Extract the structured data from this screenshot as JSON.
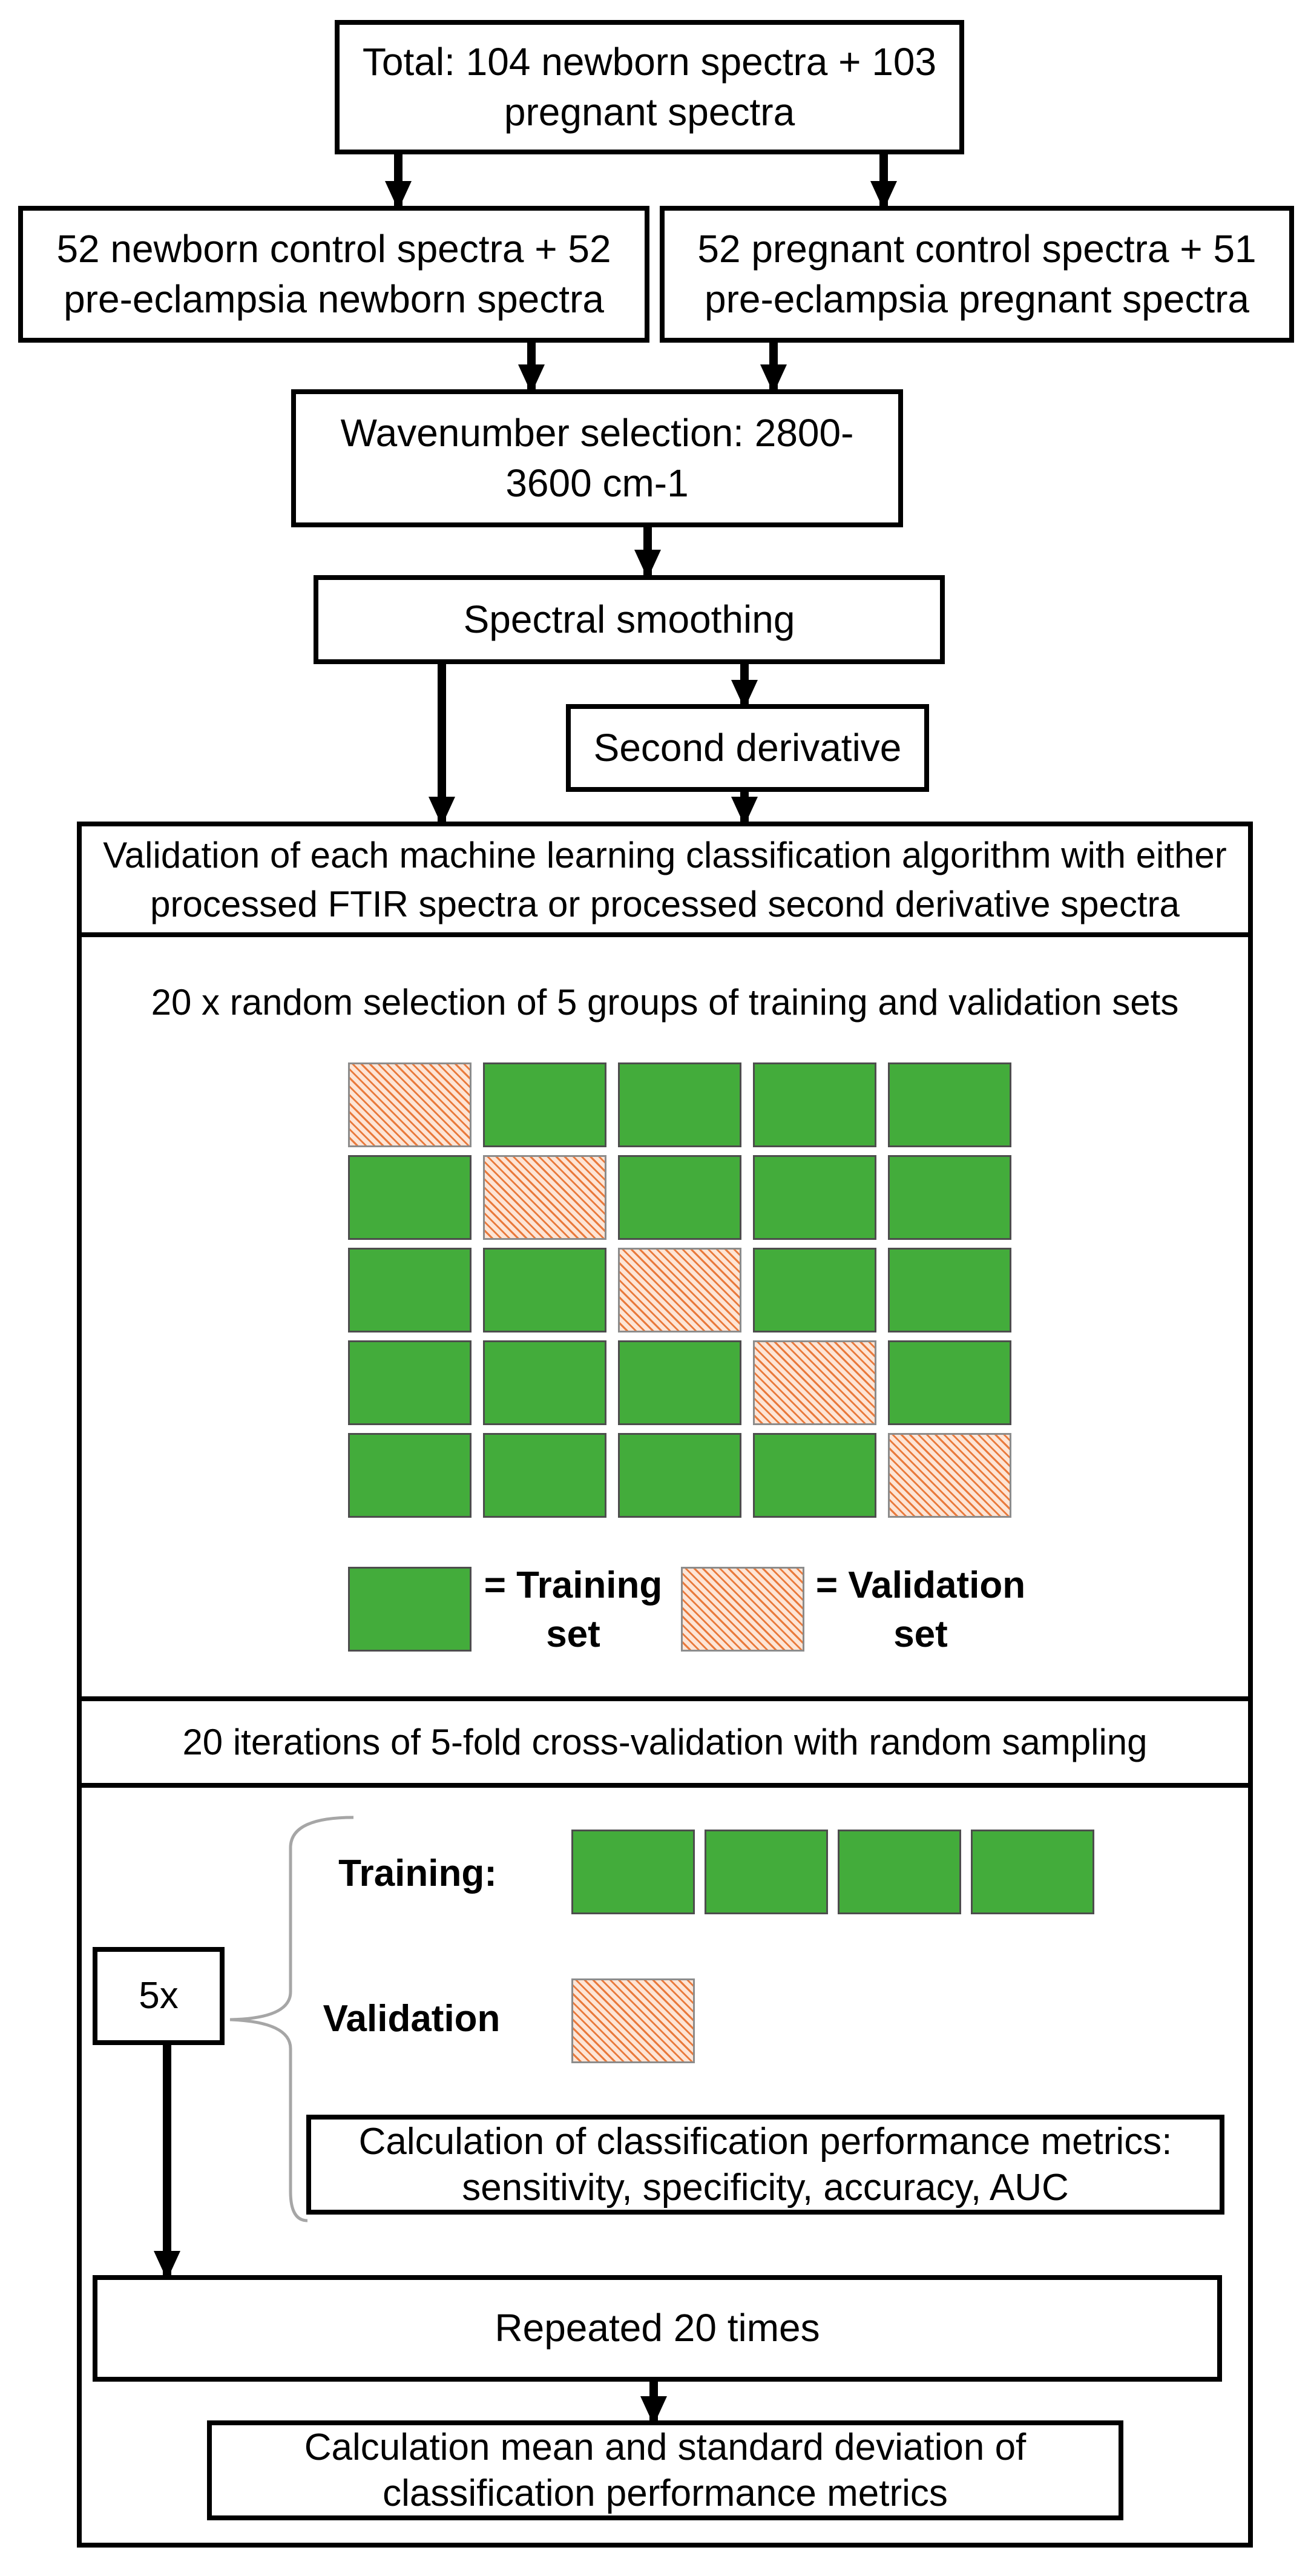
{
  "boxes": {
    "total": "Total: 104 newborn spectra + 103\npregnant spectra",
    "newborn": "52 newborn control spectra + 52\npre-eclampsia newborn spectra",
    "pregnant": "52 pregnant control spectra + 51\npre-eclampsia pregnant spectra",
    "wavenumber": "Wavenumber selection: 2800-\n3600 cm-1",
    "smoothing": "Spectral smoothing",
    "derivative": "Second derivative"
  },
  "validation": {
    "header": "Validation of each machine learning classification algorithm with either\nprocessed FTIR spectra or processed second derivative spectra",
    "random_selection": "20 x random selection of 5 groups of training and validation sets",
    "grid": [
      [
        "validation",
        "training",
        "training",
        "training",
        "training"
      ],
      [
        "training",
        "validation",
        "training",
        "training",
        "training"
      ],
      [
        "training",
        "training",
        "validation",
        "training",
        "training"
      ],
      [
        "training",
        "training",
        "training",
        "validation",
        "training"
      ],
      [
        "training",
        "training",
        "training",
        "training",
        "validation"
      ]
    ],
    "legend_training": "= Training\nset",
    "legend_validation": "= Validation\nset",
    "iterations": "20 iterations of 5-fold cross-validation with random sampling"
  },
  "loop": {
    "training_label": "Training:",
    "validation_label": "Validation",
    "times_label": "5x",
    "metrics": "Calculation of classification performance metrics:\nsensitivity, specificity, accuracy, AUC",
    "repeated": "Repeated 20 times",
    "final": "Calculation mean and standard deviation of\nclassification performance metrics"
  },
  "colors": {
    "training": "#43ac3b",
    "validation_fill": "#fde5d6",
    "validation_hatch": "#e97a3c",
    "line": "#000000"
  }
}
